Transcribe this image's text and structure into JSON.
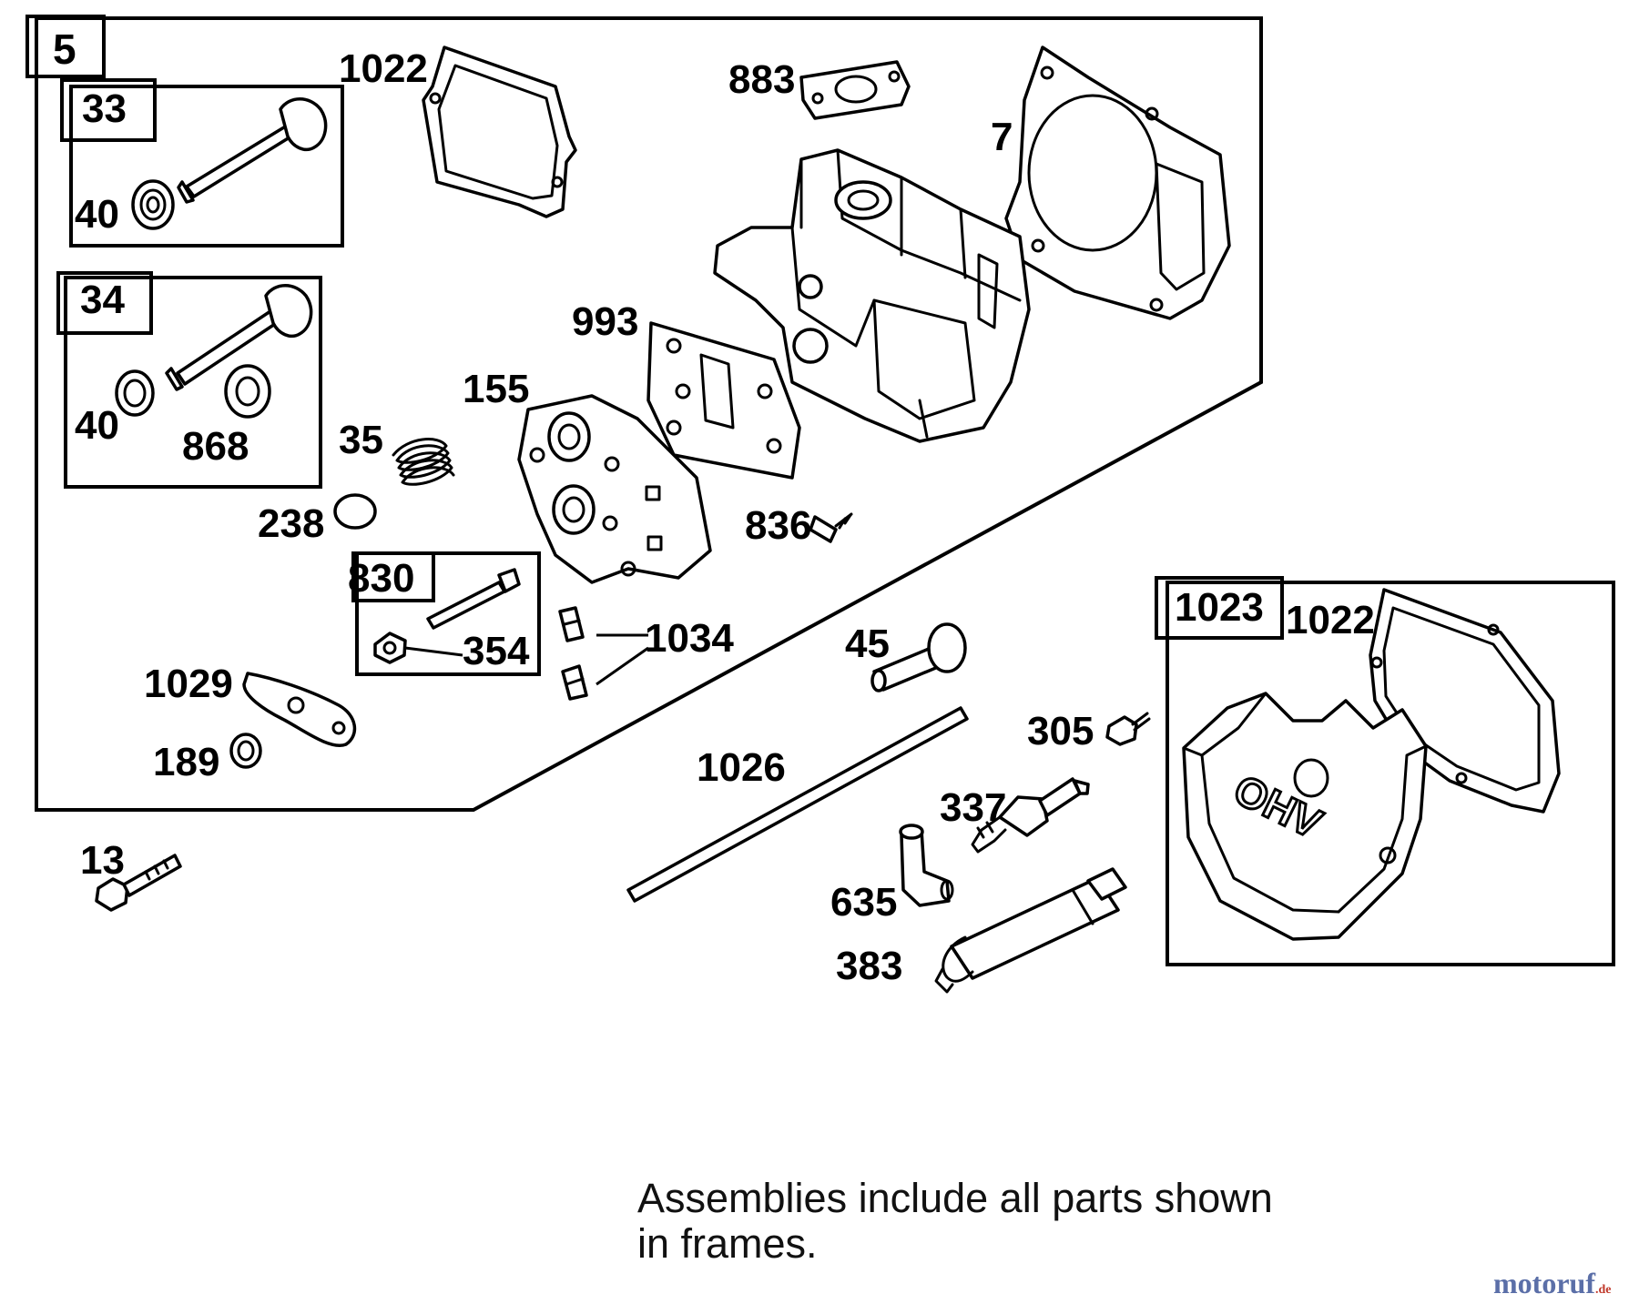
{
  "labels": {
    "p5": "5",
    "p33": "33",
    "p40a": "40",
    "p34": "34",
    "p40b": "40",
    "p868": "868",
    "p1022a": "1022",
    "p883": "883",
    "p7": "7",
    "p993": "993",
    "p155": "155",
    "p35": "35",
    "p238": "238",
    "p836": "836",
    "p830": "830",
    "p354": "354",
    "p1034": "1034",
    "p1029": "1029",
    "p189": "189",
    "p13": "13",
    "p45": "45",
    "p1026": "1026",
    "p305": "305",
    "p337": "337",
    "p635": "635",
    "p383": "383",
    "p1023": "1023",
    "p1022b": "1022",
    "ohv": "OHV"
  },
  "note": {
    "line1": "Assemblies include all parts shown",
    "line2": "in frames."
  },
  "brand": {
    "name": "motoruf",
    "suffix": ".de"
  }
}
